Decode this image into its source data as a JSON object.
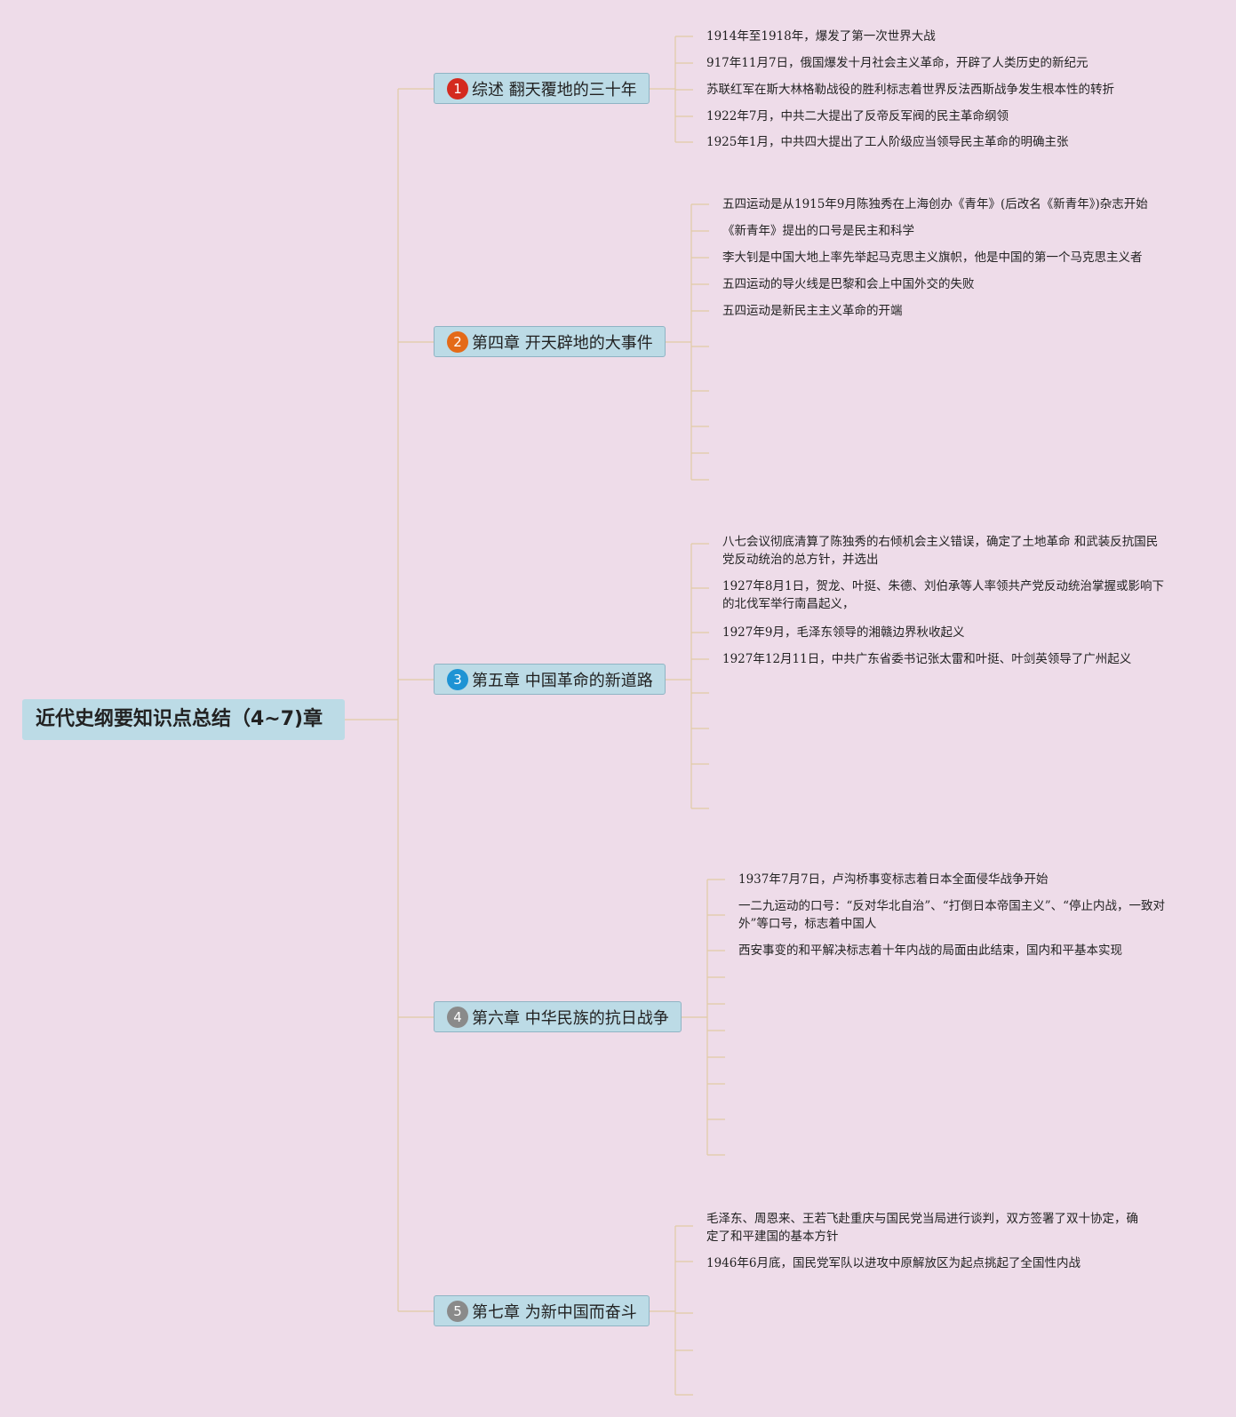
{
  "root": {
    "title": "近代史纲要知识点总结（4~7)章"
  },
  "branches": [
    {
      "badge": "1",
      "badge_color": "#d42a1f",
      "title": "综述 翻天覆地的三十年",
      "items": [
        "1914年至1918年，爆发了第一次世界大战",
        "917年11月7日，俄国爆发十月社会主义革命，开辟了人类历史的新纪元",
        "苏联红军在斯大林格勒战役的胜利标志着世界反法西斯战争发生根本性的转折",
        "1922年7月，中共二大提出了反帝反军阀的民主革命纲领",
        "1925年1月，中共四大提出了工人阶级应当领导民主革命的明确主张"
      ]
    },
    {
      "badge": "2",
      "badge_color": "#e46a18",
      "title": "第四章 开天辟地的大事件",
      "items": [
        "五四运动是从1915年9月陈独秀在上海创办《青年》(后改名《新青年》)杂志开始",
        "《新青年》提出的口号是民主和科学",
        "李大钊是中国大地上率先举起马克思主义旗帜，他是中国的第一个马克思主义者",
        "五四运动的导火线是巴黎和会上中国外交的失败",
        "五四运动是新民主主义革命的开端"
      ]
    },
    {
      "badge": "3",
      "badge_color": "#1e93d4",
      "title": "第五章 中国革命的新道路",
      "items": [
        "八七会议彻底清算了陈独秀的右倾机会主义错误，确定了土地革命 和武装反抗国民党反动统治的总方针，并选出",
        "1927年8月1日，贺龙、叶挺、朱德、刘伯承等人率领共产党反动统治掌握或影响下的北伐军举行南昌起义，",
        "1927年9月，毛泽东领导的湘赣边界秋收起义",
        "1927年12月11日，中共广东省委书记张太雷和叶挺、叶剑英领导了广州起义"
      ]
    },
    {
      "badge": "4",
      "badge_color": "#8a8a8a",
      "title": "第六章 中华民族的抗日战争",
      "items": [
        "1937年7月7日，卢沟桥事变标志着日本全面侵华战争开始",
        "一二九运动的口号：“反对华北自治”、“打倒日本帝国主义”、“停止内战，一致对外”等口号，标志着中国人",
        "西安事变的和平解决标志着十年内战的局面由此结束，国内和平基本实现"
      ]
    },
    {
      "badge": "5",
      "badge_color": "#8a8a8a",
      "title": "第七章 为新中国而奋斗",
      "items": [
        "毛泽东、周恩来、王若飞赴重庆与国民党当局进行谈判，双方签署了双十协定，确定了和平建国的基本方针",
        "1946年6月底，国民党军队以进攻中原解放区为起点挑起了全国性内战"
      ]
    }
  ]
}
